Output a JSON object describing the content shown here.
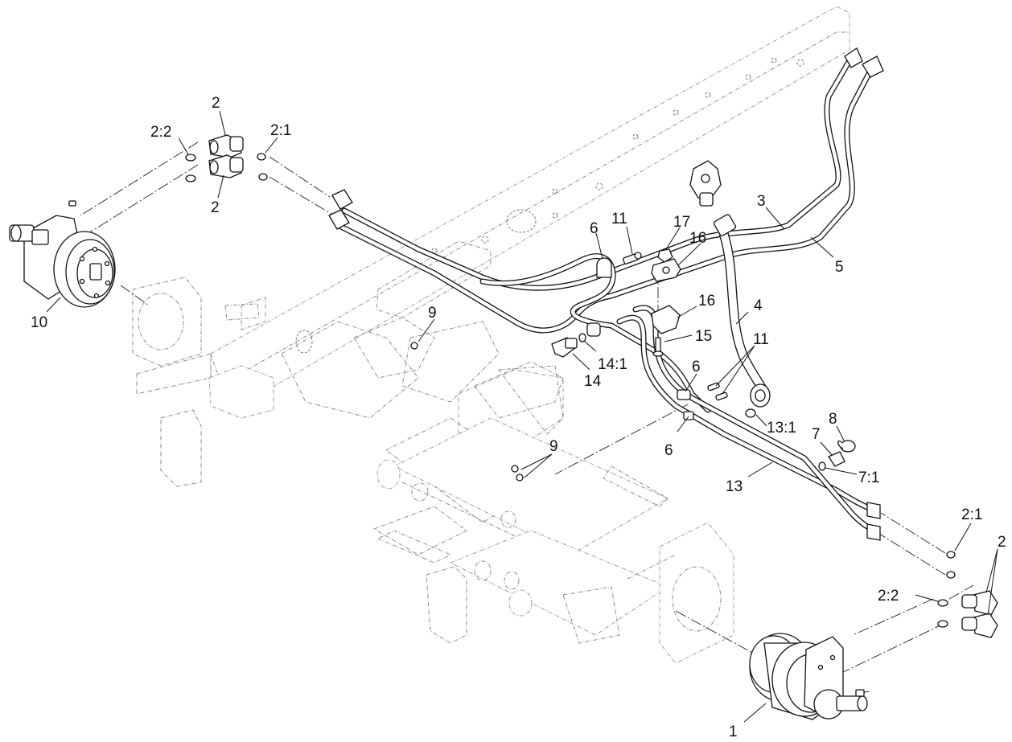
{
  "callouts": {
    "c_2_top_a": "2",
    "c_2_top_b": "2",
    "c_2_2_top": "2:2",
    "c_2_1_top": "2:1",
    "c_10": "10",
    "c_11_top": "11",
    "c_6_top": "6",
    "c_17": "17",
    "c_16_top": "16",
    "c_3": "3",
    "c_5": "5",
    "c_4": "4",
    "c_16_mid": "16",
    "c_15": "15",
    "c_9_top": "9",
    "c_14_1": "14:1",
    "c_14": "14",
    "c_11_mid": "11",
    "c_6_mid": "6",
    "c_6_low": "6",
    "c_13_1": "13:1",
    "c_8": "8",
    "c_7": "7",
    "c_7_1": "7:1",
    "c_13": "13",
    "c_9_low": "9",
    "c_2_1_bottom": "2:1",
    "c_2_bottom": "2",
    "c_2_2_bottom": "2:2",
    "c_1": "1"
  },
  "colors": {
    "ink": "#111111",
    "ghost": "#8a8a8a",
    "background": "#ffffff"
  }
}
